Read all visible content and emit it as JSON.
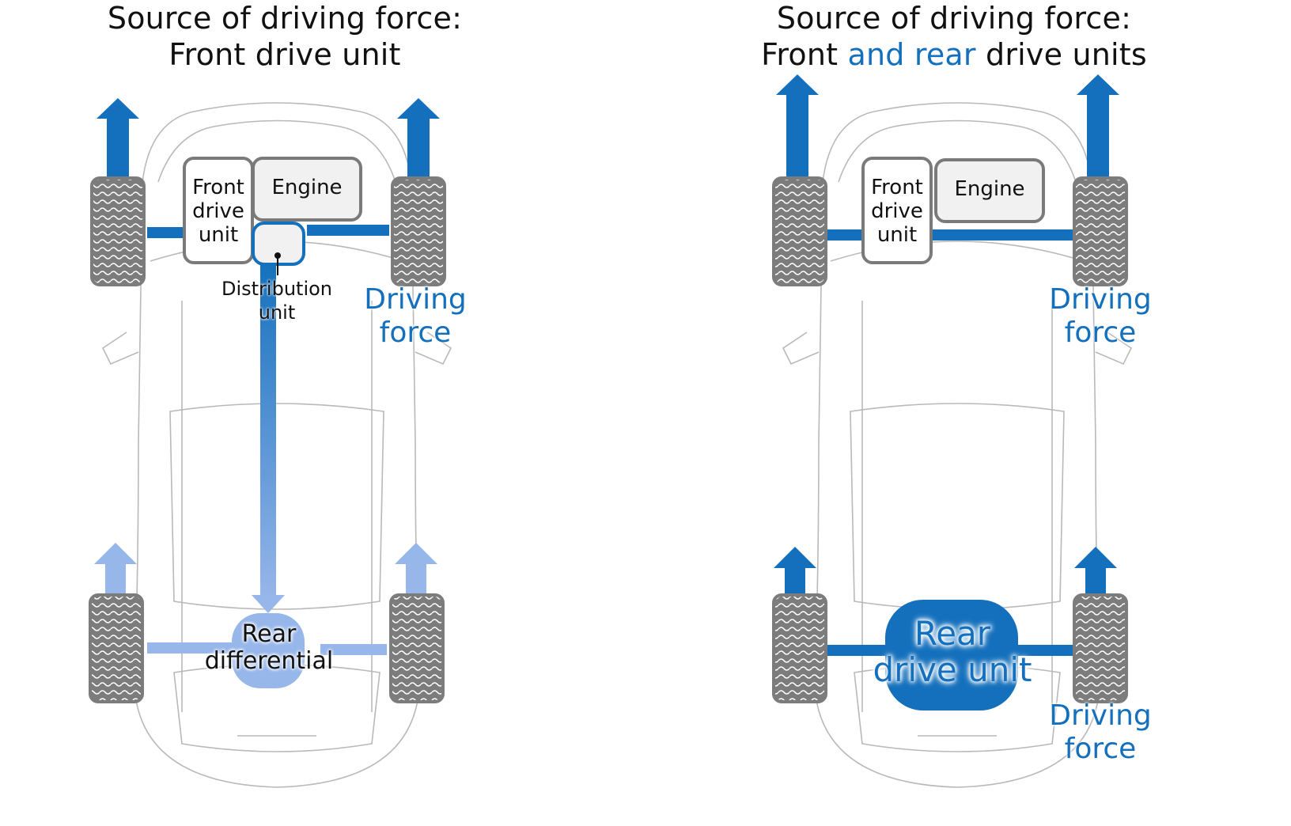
{
  "colors": {
    "drive_blue": "#1470bd",
    "light_blue": "#97b6ea",
    "tire_gray": "#7c7c7c",
    "box_border": "#7a7a7a",
    "engine_fill": "#f1f1f1",
    "outline_gray": "#b9b9b9"
  },
  "left_panel": {
    "title_line1": "Source of driving force:",
    "title_line2": "Front drive unit",
    "components": {
      "front_drive_unit": "Front drive unit",
      "front_drive_unit_lines": [
        "Front",
        "drive",
        "unit"
      ],
      "engine": "Engine",
      "distribution_unit_lines": [
        "Distribution",
        "unit"
      ],
      "rear_differential_lines": [
        "Rear",
        "differential"
      ]
    },
    "driving_force_lines": [
      "Driving",
      "force"
    ]
  },
  "right_panel": {
    "title_line1": "Source of driving force:",
    "title_line2_parts": [
      "Front ",
      "and rear",
      " drive units"
    ],
    "components": {
      "front_drive_unit_lines": [
        "Front",
        "drive",
        "unit"
      ],
      "engine": "Engine",
      "rear_drive_unit_lines": [
        "Rear",
        "drive unit"
      ]
    },
    "driving_force_front_lines": [
      "Driving",
      "force"
    ],
    "driving_force_rear_lines": [
      "Driving",
      "force"
    ]
  }
}
